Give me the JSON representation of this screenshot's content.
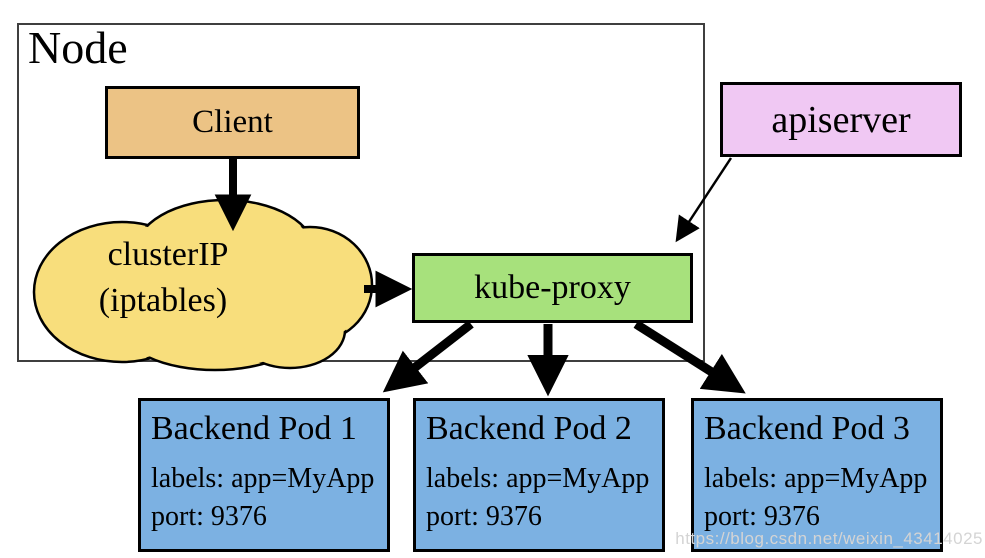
{
  "diagram": {
    "node": {
      "label": "Node"
    },
    "client": {
      "label": "Client"
    },
    "cloud": {
      "line1": "clusterIP",
      "line2": "(iptables)"
    },
    "kube_proxy": {
      "label": "kube-proxy"
    },
    "apiserver": {
      "label": "apiserver"
    },
    "pods": [
      {
        "title": "Backend Pod 1",
        "labels": "labels: app=MyApp",
        "port": "port: 9376"
      },
      {
        "title": "Backend Pod 2",
        "labels": "labels: app=MyApp",
        "port": "port: 9376"
      },
      {
        "title": "Backend Pod 3",
        "labels": "labels: app=MyApp",
        "port": "port: 9376"
      }
    ],
    "watermark": "https://blog.csdn.net/weixin_43414025",
    "colors": {
      "client_fill": "#ecc385",
      "cloud_fill": "#f8de7c",
      "kube_proxy_fill": "#a7e17c",
      "apiserver_fill": "#f0c8f3",
      "pod_fill": "#7cb1e2",
      "arrow": "#000000",
      "node_border": "#3f3f3f",
      "watermark_text": "#d4d4d4"
    }
  }
}
